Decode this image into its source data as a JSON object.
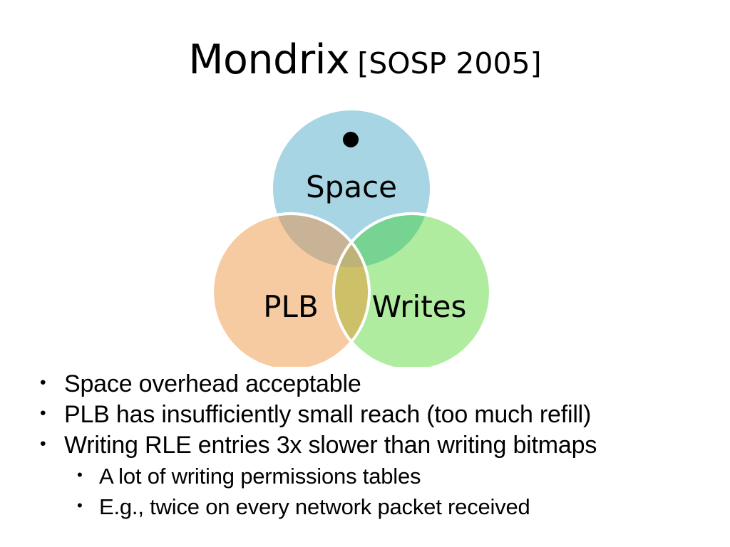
{
  "slide": {
    "background_color": "#FFFFFF",
    "title": {
      "main": "Mondrix",
      "citation": "[SOSP 2005]"
    },
    "venn": {
      "circles": [
        {
          "id": "space",
          "label": "Space",
          "color": "#A7D5E3",
          "position": "top"
        },
        {
          "id": "plb",
          "label": "PLB",
          "color": "#F7CBA2",
          "position": "bottom-left"
        },
        {
          "id": "writes",
          "label": "Writes",
          "color": "#AFEC9F",
          "position": "bottom-right"
        }
      ],
      "overlaps": [
        {
          "id": "space-plb",
          "color": "#C9B396"
        },
        {
          "id": "space-writes",
          "color": "#76D392"
        },
        {
          "id": "plb-writes",
          "color": "#CCC069"
        },
        {
          "id": "space-plb-writes",
          "color": "#BDB277"
        }
      ],
      "marker": {
        "id": "space-dot",
        "shape": "filled-circle",
        "color": "#000000"
      },
      "outline_color": "#FFFFFF"
    },
    "bullets": [
      {
        "level": 1,
        "marker": "•",
        "text": "Space overhead acceptable"
      },
      {
        "level": 1,
        "marker": "•",
        "text": "PLB has insufficiently small reach (too much refill)"
      },
      {
        "level": 1,
        "marker": "•",
        "text": "Writing RLE entries 3x slower than writing bitmaps"
      },
      {
        "level": 2,
        "marker": "•",
        "text": "A lot of writing permissions tables"
      },
      {
        "level": 2,
        "marker": "•",
        "text": "E.g., twice on every network packet received"
      }
    ]
  }
}
